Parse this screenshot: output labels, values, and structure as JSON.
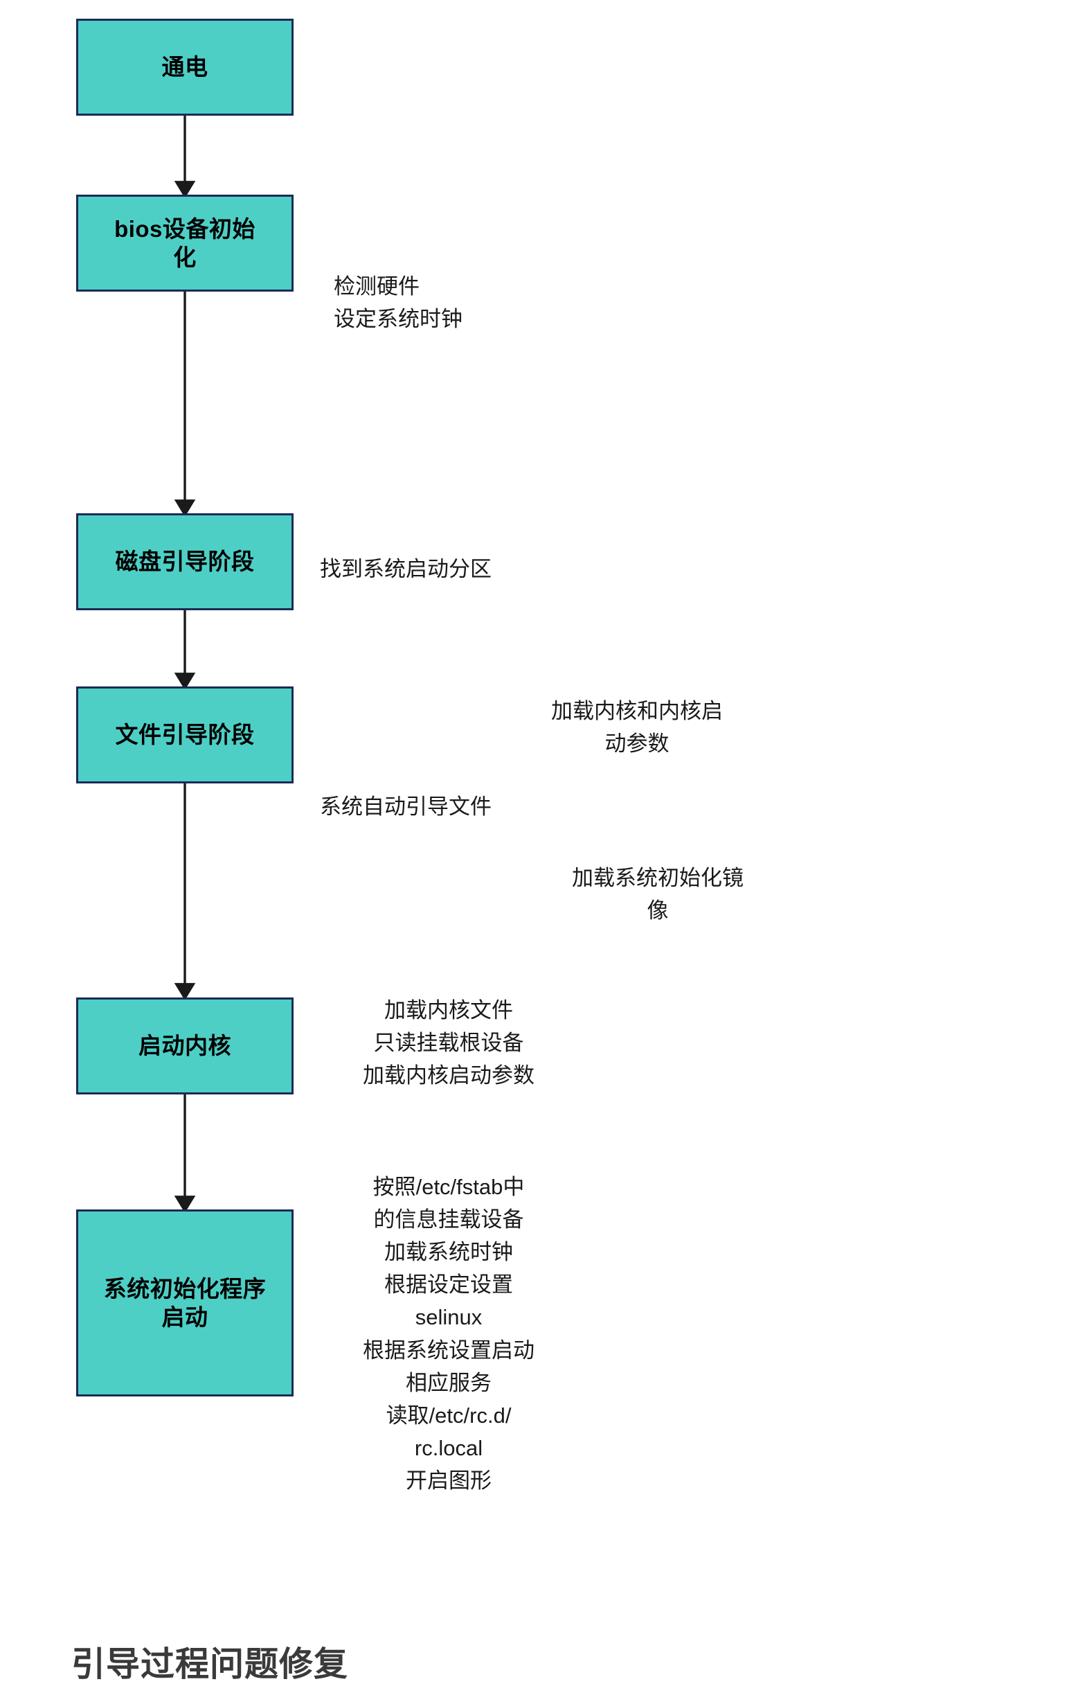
{
  "diagram": {
    "title_bottom": "引导过程问题修复",
    "accent_fill": "#4ECFC6",
    "accent_border": "#1B2A57",
    "arrow_color": "#1A1A1A",
    "nodes": [
      {
        "id": "power-on",
        "label": "通电"
      },
      {
        "id": "bios-init",
        "label": "bios设备初始\n化"
      },
      {
        "id": "disk-boot",
        "label": "磁盘引导阶段"
      },
      {
        "id": "file-boot",
        "label": "文件引导阶段"
      },
      {
        "id": "start-kernel",
        "label": "启动内核"
      },
      {
        "id": "sysinit-program",
        "label": "系统初始化程序\n启动"
      }
    ],
    "annotations": [
      {
        "id": "bios-notes",
        "text": "检测硬件\n设定系统时钟"
      },
      {
        "id": "disk-notes",
        "text": "找到系统启动分区"
      },
      {
        "id": "kernel-params",
        "text": "加载内核和内核启\n动参数"
      },
      {
        "id": "file-notes",
        "text": "系统自动引导文件"
      },
      {
        "id": "initrd-notes",
        "text": "加载系统初始化镜\n像"
      },
      {
        "id": "kernel-notes",
        "text": "加载内核文件\n只读挂载根设备\n加载内核启动参数"
      },
      {
        "id": "sysinit-notes",
        "text": "按照/etc/fstab中\n的信息挂载设备\n加载系统时钟\n根据设定设置\nselinux\n根据系统设置启动\n相应服务\n读取/etc/rc.d/\nrc.local\n开启图形"
      }
    ],
    "edges": [
      {
        "from": "power-on",
        "to": "bios-init"
      },
      {
        "from": "bios-init",
        "to": "disk-boot"
      },
      {
        "from": "disk-boot",
        "to": "file-boot"
      },
      {
        "from": "file-boot",
        "to": "start-kernel"
      },
      {
        "from": "start-kernel",
        "to": "sysinit-program"
      }
    ]
  }
}
